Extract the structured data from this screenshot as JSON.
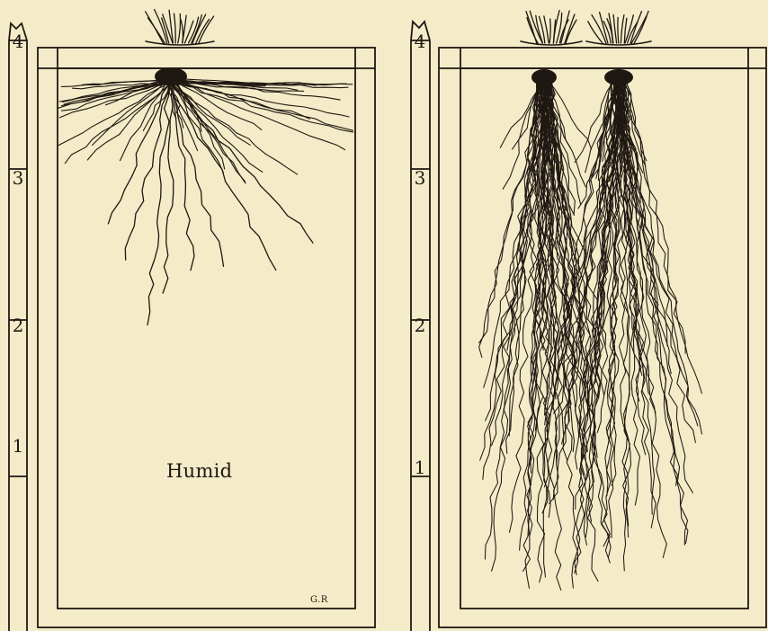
{
  "left_panel": {
    "label": "Humid",
    "initials": "G.R",
    "scale_marks": [
      "4",
      "3",
      "2",
      "1"
    ]
  },
  "right_panel": {
    "scale_marks": [
      "4",
      "3",
      "2",
      "1"
    ]
  },
  "colors": {
    "paper": "#f4ebc8",
    "ink": "#1f1812"
  }
}
